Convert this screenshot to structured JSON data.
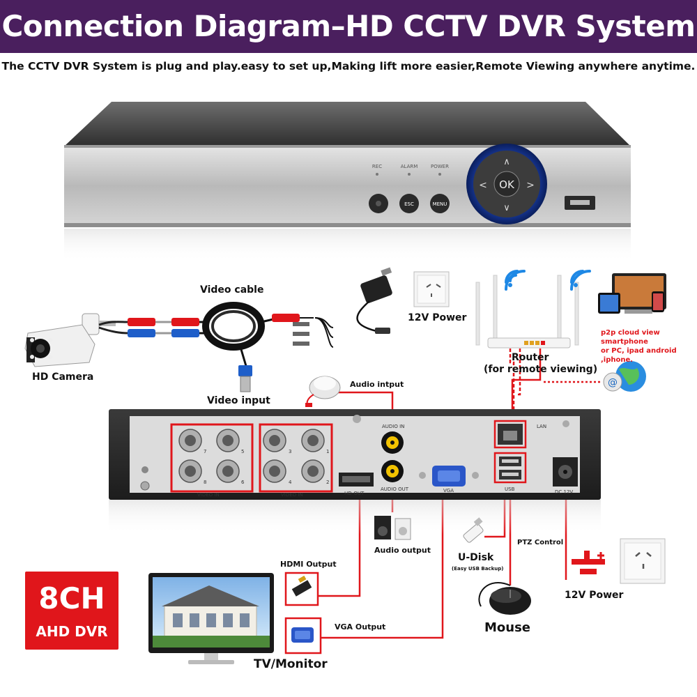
{
  "header": {
    "title": "Connection Diagram–HD CCTV DVR System",
    "subtitle": "The CCTV DVR System is plug and play.easy to set up,Making lift more easier,Remote Viewing anywhere anytime."
  },
  "dvr_front": {
    "rec": "REC",
    "alarm": "ALARM",
    "power": "POWER",
    "esc": "ESC",
    "menu": "MENU",
    "ok": "OK"
  },
  "labels": {
    "video_cable": "Video cable",
    "power_top": "12V Power",
    "hd_camera": "HD Camera",
    "video_input": "Video input",
    "router": "Router",
    "router_note": "(for remote viewing)",
    "audio_input": "Audio intput",
    "audio_output": "Audio output",
    "hdmi_output": "HDMI Output",
    "vga_output": "VGA Output",
    "tv_monitor": "TV/Monitor",
    "udisk": "U-Disk",
    "udisk_note": "(Easy USB Backup)",
    "ptz": "PTZ Control",
    "mouse": "Mouse",
    "power_bottom": "12V Power"
  },
  "cloud_note": {
    "line1": "p2p cloud  view smartphone",
    "line2": "or PC, ipad android ,iphone."
  },
  "rear_panel": {
    "video_in_left": "VIDEO IN",
    "video_in_right": "VIDEO IN",
    "audio_in": "AUDIO IN",
    "audio_out": "AUDIO OUT",
    "hd_out": "HD-OUT",
    "vga": "VGA",
    "lan": "LAN",
    "dc12v": "DC 12V",
    "usb": "USB",
    "ch": [
      "7",
      "5",
      "3",
      "1",
      "8",
      "6",
      "4",
      "2"
    ]
  },
  "badge": {
    "line1": "8CH",
    "line2": "AHD DVR"
  },
  "colors": {
    "banner": "#4a1f5e",
    "accent_red": "#e0161b",
    "wifi_blue": "#1e88e5"
  }
}
